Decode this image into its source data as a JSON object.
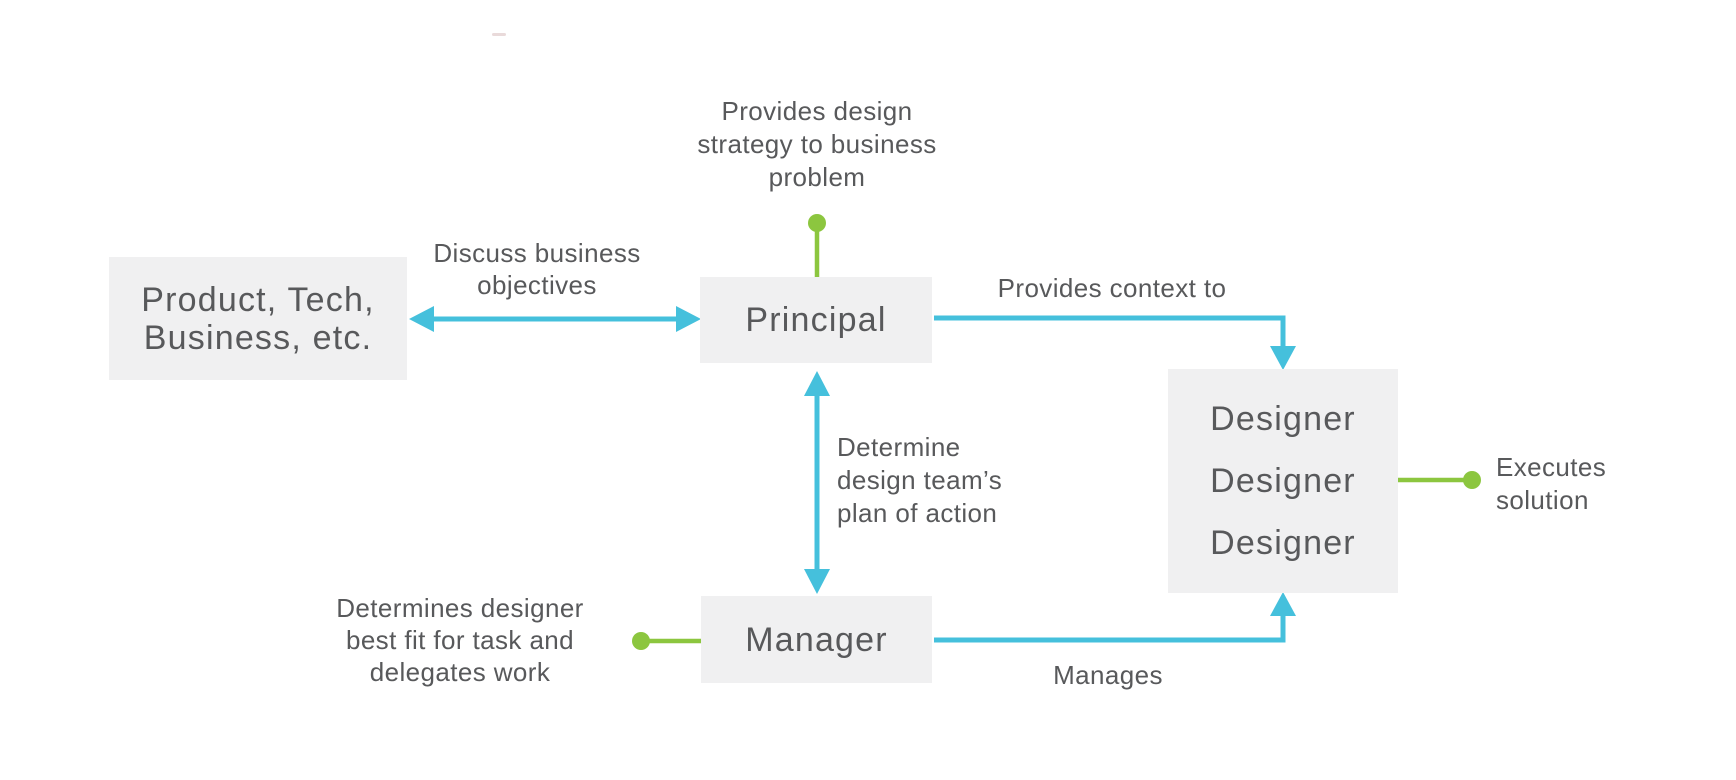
{
  "colors": {
    "arrow-blue": "#45c0dc",
    "connector-green": "#8cc63f",
    "box-fill": "#f0f0f1",
    "text-gray": "#58595b",
    "background": "#ffffff"
  },
  "nodes": {
    "stakeholders": {
      "lines": [
        "Product, Tech,",
        "Business, etc."
      ]
    },
    "principal": {
      "label": "Principal"
    },
    "manager": {
      "label": "Manager"
    },
    "designers": {
      "members": [
        "Designer",
        "Designer",
        "Designer"
      ]
    }
  },
  "annotations": {
    "design_strategy": {
      "lines": [
        "Provides design",
        "strategy to business",
        "problem"
      ]
    },
    "discuss_objectives": {
      "lines": [
        "Discuss business",
        "objectives"
      ]
    },
    "provides_context": {
      "label": "Provides context to"
    },
    "plan_of_action": {
      "lines": [
        "Determine",
        "design team’s",
        "plan of action"
      ]
    },
    "delegates_work": {
      "lines": [
        "Determines designer",
        "best fit for task and",
        "delegates work"
      ]
    },
    "manages": {
      "label": "Manages"
    },
    "executes_solution": {
      "lines": [
        "Executes",
        "solution"
      ]
    }
  }
}
